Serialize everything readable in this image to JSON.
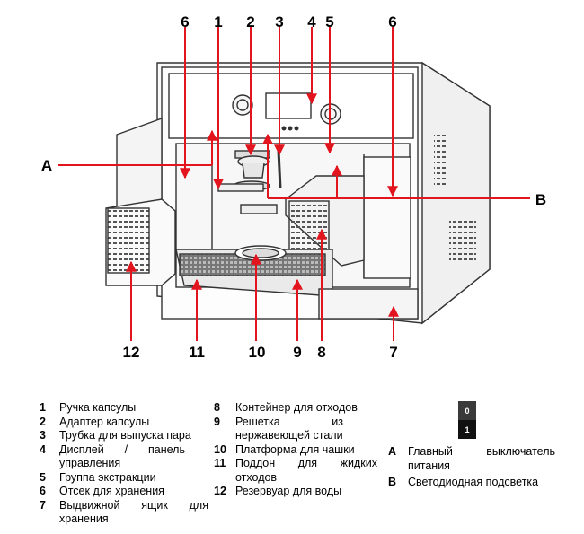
{
  "callouts": {
    "n6_left": "6",
    "n1": "1",
    "n2": "2",
    "n3": "3",
    "n4": "4",
    "n5": "5",
    "n6_right": "6",
    "nA": "A",
    "nB": "B",
    "n12": "12",
    "n11": "11",
    "n10": "10",
    "n9": "9",
    "n8": "8",
    "n7": "7"
  },
  "legend": {
    "col1": [
      {
        "num": "1",
        "text": "Ручка капсулы"
      },
      {
        "num": "2",
        "text": "Адаптер капсулы"
      },
      {
        "num": "3",
        "text": "Трубка для выпуска пара"
      },
      {
        "num": "4",
        "text": "Дисплей / панель управления"
      },
      {
        "num": "5",
        "text": "Группа экстракции"
      },
      {
        "num": "6",
        "text": "Отсек для хранения"
      },
      {
        "num": "7",
        "text": "Выдвижной ящик для хранения"
      }
    ],
    "col2": [
      {
        "num": "8",
        "text": "Контейнер для отходов"
      },
      {
        "num": "9",
        "text": "Решетка из нержавеющей стали"
      },
      {
        "num": "10",
        "text": "Платформа для чашки"
      },
      {
        "num": "11",
        "text": "Поддон для жидких отходов"
      },
      {
        "num": "12",
        "text": "Резервуар для воды"
      }
    ],
    "col3": [
      {
        "num": "A",
        "text": "Главный выключатель питания"
      },
      {
        "num": "B",
        "text": "Светодиодная подсветка"
      }
    ]
  },
  "switch_icon": {
    "top": "0",
    "bottom": "1"
  },
  "colors": {
    "callout_line": "#e2141e",
    "drawing_line": "#333333"
  }
}
